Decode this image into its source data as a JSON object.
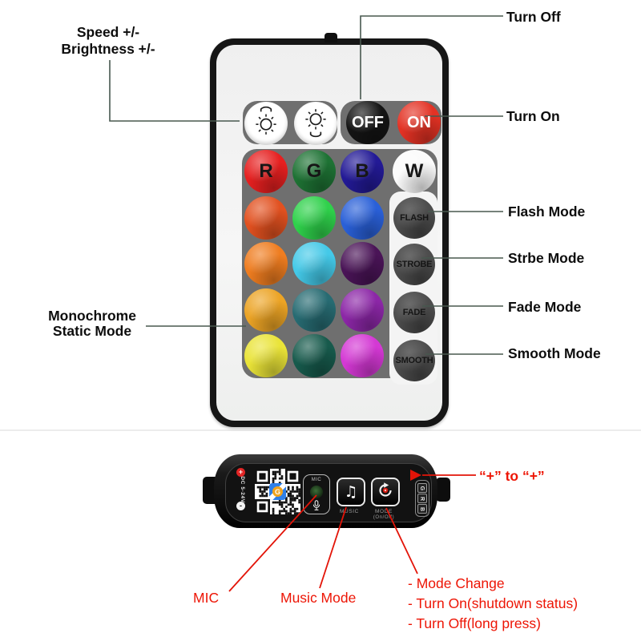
{
  "annotations": {
    "speed_line1": "Speed +/-",
    "speed_line2": "Brightness +/-",
    "turn_off": "Turn Off",
    "turn_on": "Turn On",
    "flash_mode": "Flash Mode",
    "strobe_mode": "Strbe Mode",
    "fade_mode": "Fade Mode",
    "smooth_mode": "Smooth Mode",
    "mono_line1": "Monochrome",
    "mono_line2": "Static Mode",
    "plus_to_plus": "“+” to “+”",
    "mic": "MIC",
    "music_mode": "Music Mode",
    "mode_note1": "- Mode Change",
    "mode_note2": "- Turn On(shutdown status)",
    "mode_note3": "- Turn Off(long press)"
  },
  "remote": {
    "off": "OFF",
    "on": "ON",
    "keys": {
      "r": "R",
      "g": "G",
      "b": "B",
      "w": "W"
    },
    "modes": [
      "FLASH",
      "STROBE",
      "FADE",
      "SMOOTH"
    ],
    "palette": {
      "r1": [
        "#e62020",
        "#1e7234",
        "#231a96",
        "#fbfbfb"
      ],
      "r2": [
        "#e25120",
        "#2fd14b",
        "#2a60d8"
      ],
      "r3": [
        "#ef7d20",
        "#44c9e8",
        "#4a1457"
      ],
      "r4": [
        "#eca425",
        "#276b72",
        "#8c27a7"
      ],
      "r5": [
        "#eae438",
        "#175a4c",
        "#d438d4"
      ]
    }
  },
  "controller": {
    "dc_label": "DC 5-24V",
    "plus_sign": "+",
    "minus_sign": "-",
    "qr_logo_letter": "G",
    "mic_label": "MIC",
    "music_label": "MUSIC",
    "music_icon": "♫",
    "mode_label": "MODE",
    "mode_sublabel": "(On/Off)",
    "pins": [
      "G",
      "R",
      "B"
    ]
  },
  "colors": {
    "annotation_line": "#48584f",
    "red": "#e31408",
    "panel_gray": "#6f6f6f"
  }
}
